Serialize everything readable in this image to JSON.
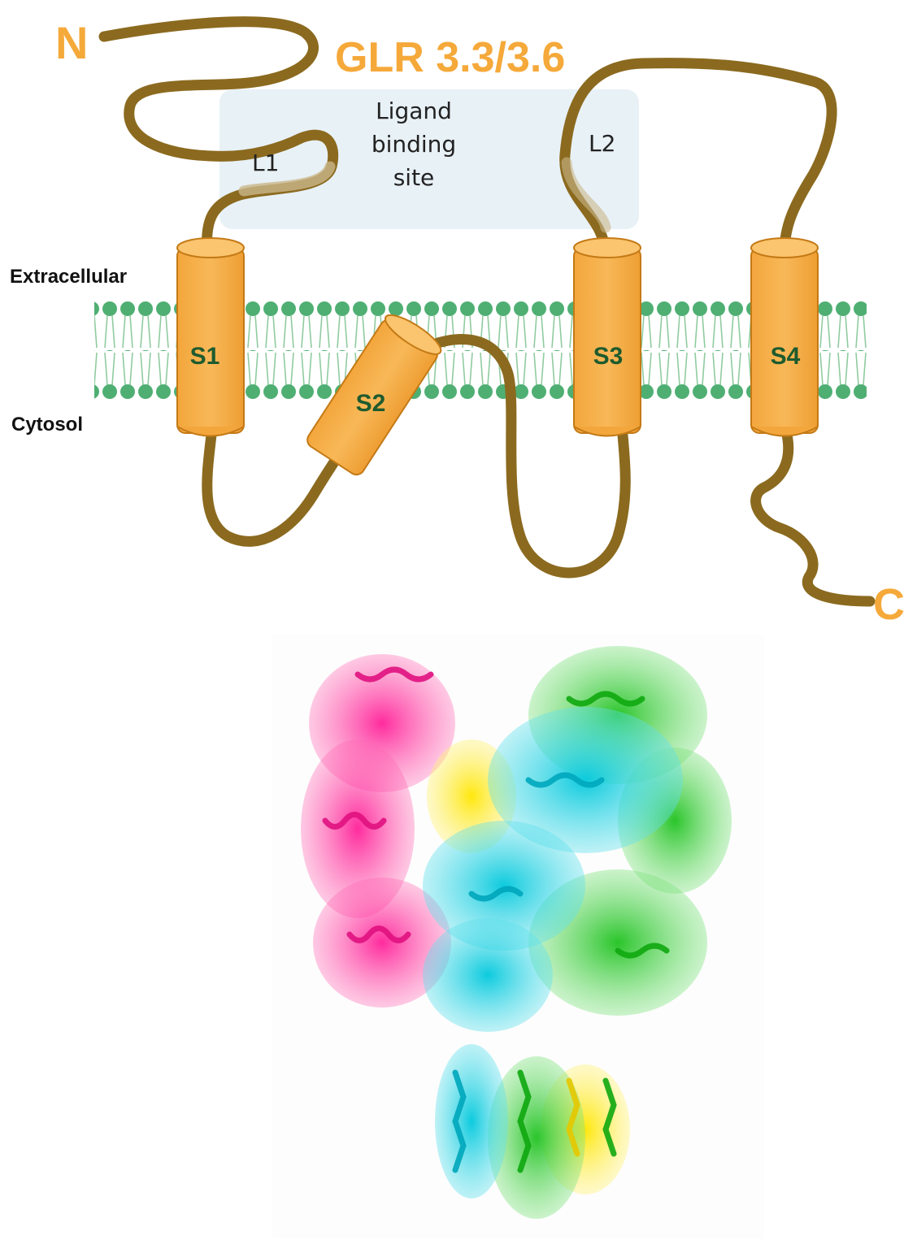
{
  "diagram": {
    "title": "GLR 3.3/3.6",
    "n_terminus": "N",
    "c_terminus": "C",
    "ligand_site_label": [
      "Ligand",
      "binding",
      "site"
    ],
    "loop_labels": [
      "L1",
      "L2"
    ],
    "helices": [
      "S1",
      "S2",
      "S3",
      "S4"
    ],
    "side_labels": {
      "extracellular": "Extracellular",
      "cytosol": "Cytosol"
    }
  },
  "colors": {
    "title_orange": "#F5A93A",
    "backbone": "#8B6A1F",
    "helix_fill": "#F7B44E",
    "helix_stroke": "#C47A16",
    "helix_label": "#1E5B2E",
    "lipid_head": "#4FAF73",
    "ligand_box": "#E4EEF4"
  },
  "structure_panel": {
    "chain_colors": [
      "#FF1493",
      "#00D0E0",
      "#22CC22",
      "#FFEE22"
    ]
  }
}
